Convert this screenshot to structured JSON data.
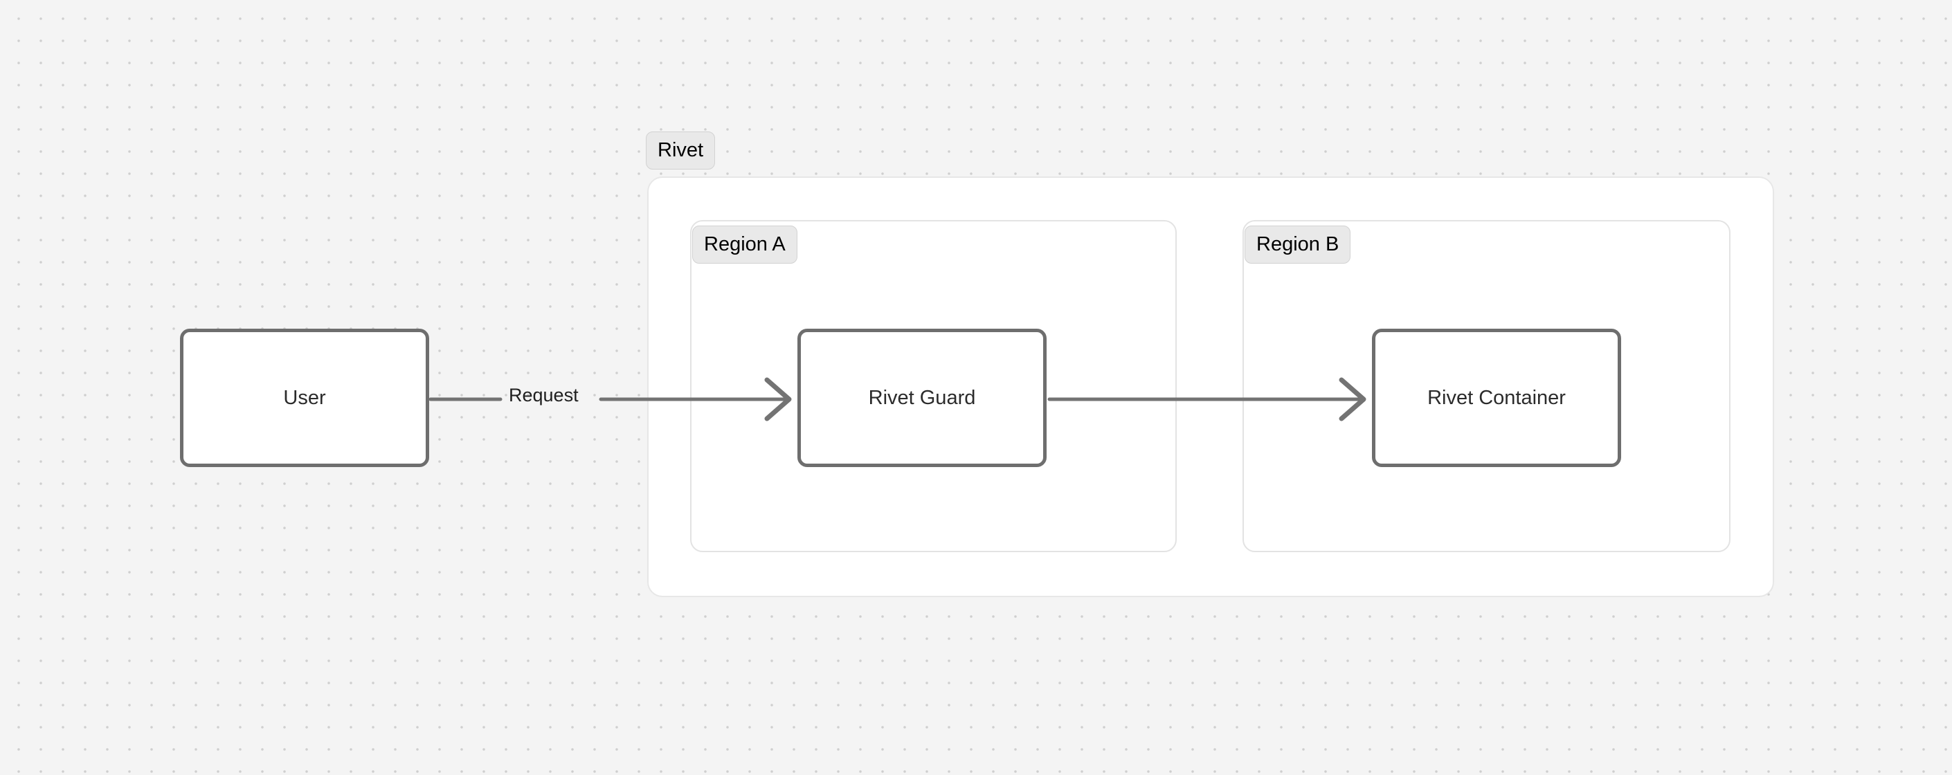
{
  "diagram": {
    "type": "architecture-flow",
    "background": "#f4f4f4",
    "dot_color": "#cfcfcf",
    "groups": [
      {
        "id": "rivet",
        "label": "Rivet",
        "badge_bg": "#e9e9e9",
        "fill": "#ffffff",
        "border": "#e7e7e7"
      },
      {
        "id": "region-a",
        "label": "Region A",
        "badge_bg": "#e9e9e9",
        "fill": "#ffffff",
        "border": "#e3e3e3"
      },
      {
        "id": "region-b",
        "label": "Region B",
        "badge_bg": "#e9e9e9",
        "fill": "#ffffff",
        "border": "#e3e3e3"
      }
    ],
    "nodes": [
      {
        "id": "user",
        "label": "User",
        "group": null,
        "border": "#6e6e6e",
        "fill": "#ffffff"
      },
      {
        "id": "rivet-guard",
        "label": "Rivet Guard",
        "group": "region-a",
        "border": "#6e6e6e",
        "fill": "#ffffff"
      },
      {
        "id": "rivet-container",
        "label": "Rivet Container",
        "group": "region-b",
        "border": "#6e6e6e",
        "fill": "#ffffff"
      }
    ],
    "edges": [
      {
        "id": "user-to-guard",
        "from": "user",
        "to": "rivet-guard",
        "label": "Request",
        "color": "#737373",
        "arrowhead": "chevron"
      },
      {
        "id": "guard-to-container",
        "from": "rivet-guard",
        "to": "rivet-container",
        "label": "",
        "color": "#737373",
        "arrowhead": "chevron"
      }
    ]
  }
}
